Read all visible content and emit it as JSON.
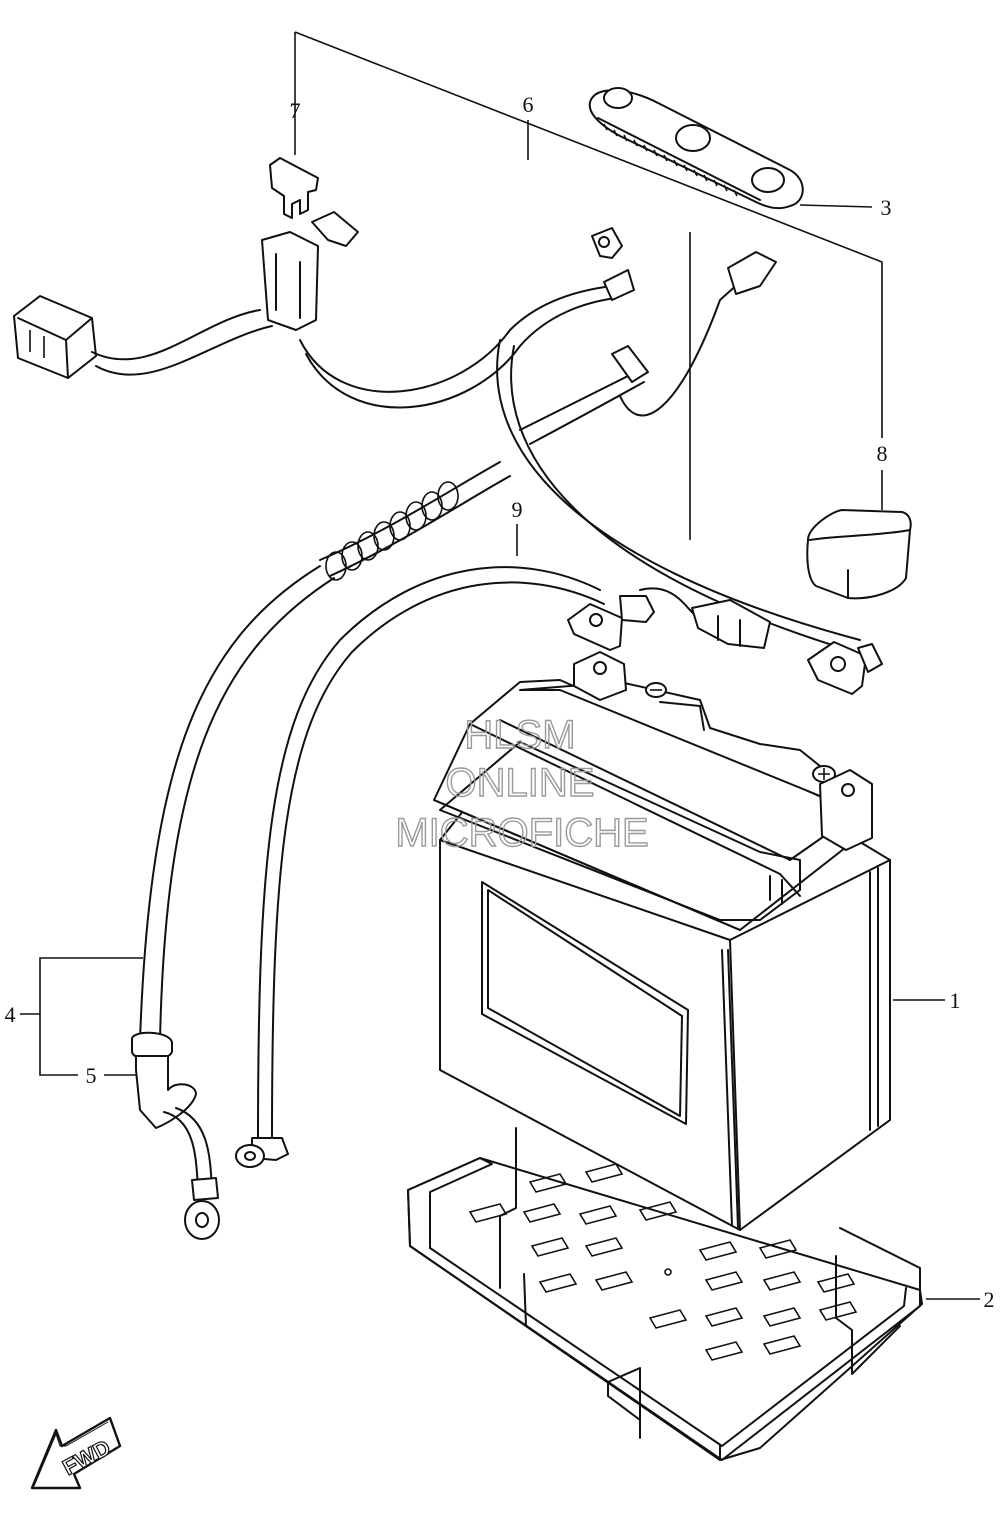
{
  "callouts": {
    "c1": "1",
    "c2": "2",
    "c3": "3",
    "c4": "4",
    "c5": "5",
    "c6": "6",
    "c7": "7",
    "c8": "8",
    "c9": "9"
  },
  "watermark": {
    "line1": "HLSM",
    "line2": "ONLINE",
    "line3": "MICROFICHE"
  },
  "direction_badge": {
    "label": "FWD",
    "icon": "forward-arrow-icon"
  },
  "colors": {
    "line": "#111111",
    "watermark": "#9a9a9a",
    "background": "#ffffff"
  }
}
